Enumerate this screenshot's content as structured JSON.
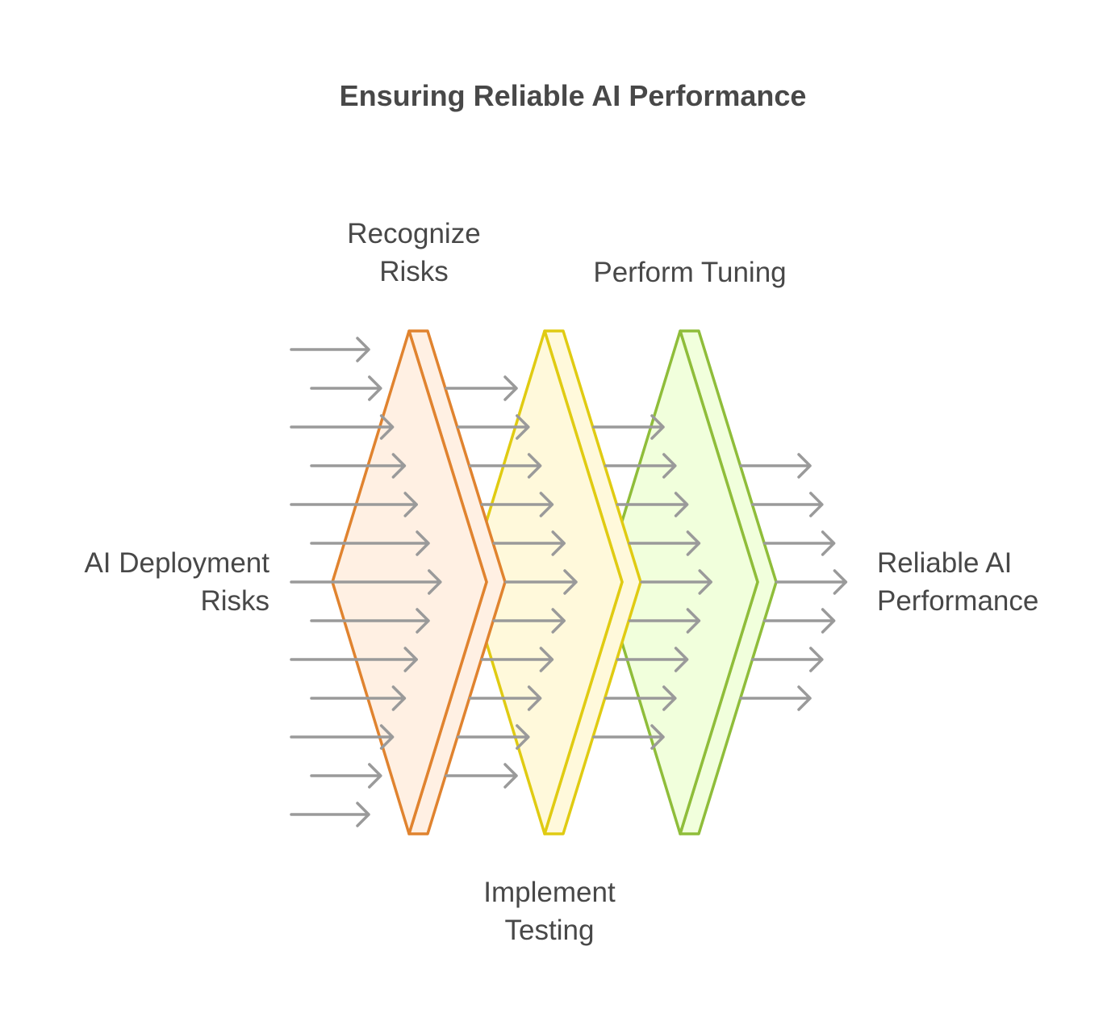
{
  "title": "Ensuring Reliable AI Performance",
  "input_label": "AI Deployment Risks",
  "output_label": "Reliable AI Performance",
  "stages": [
    {
      "label": "Recognize Risks",
      "stroke": "#e0832f",
      "fill": "#fff0e3"
    },
    {
      "label": "Implement Testing",
      "stroke": "#e0cb12",
      "fill": "#fff9db"
    },
    {
      "label": "Perform Tuning",
      "stroke": "#8fbd3a",
      "fill": "#f1ffdc"
    }
  ],
  "colors": {
    "arrow": "#9a9a9a",
    "text": "#484848"
  }
}
